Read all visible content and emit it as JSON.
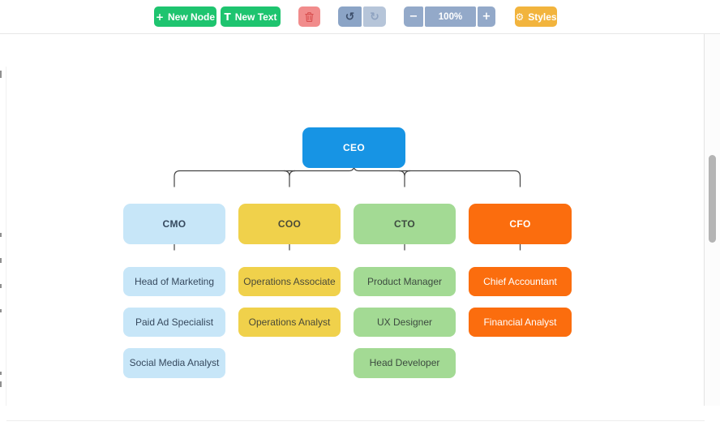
{
  "toolbar": {
    "new_node": {
      "icon": "+",
      "label": "New Node"
    },
    "new_text": {
      "icon": "T",
      "label": "New Text"
    },
    "undo_icon": "↺",
    "redo_icon": "↻",
    "zoom_out_icon": "−",
    "zoom_level": "100%",
    "zoom_in_icon": "+",
    "styles": {
      "icon": "⚙",
      "label": "Styles"
    }
  },
  "colors": {
    "button_green": "#1ec46f",
    "trash_bg": "#f18c8c",
    "trash_icon": "#d84f4f",
    "undo_bg": "#8ba4c6",
    "redo_bg": "#b6c5d9",
    "zoom_bg": "#93a9c9",
    "styles_bg": "#f2b43d",
    "node_blue": "#1794e4",
    "node_lightblue": "#c7e6f8",
    "node_yellow": "#f0d14b",
    "node_green": "#a3da94",
    "node_orange": "#fb6d0e",
    "connector": "#444444"
  },
  "org_chart": {
    "root": {
      "label": "CEO"
    },
    "branches": [
      {
        "head": "CMO",
        "reports": [
          "Head of Marketing",
          "Paid Ad Specialist",
          "Social Media Analyst"
        ]
      },
      {
        "head": "COO",
        "reports": [
          "Operations Associate",
          "Operations Analyst"
        ]
      },
      {
        "head": "CTO",
        "reports": [
          "Product Manager",
          "UX Designer",
          "Head Developer"
        ]
      },
      {
        "head": "CFO",
        "reports": [
          "Chief Accountant",
          "Financial Analyst"
        ]
      }
    ]
  }
}
